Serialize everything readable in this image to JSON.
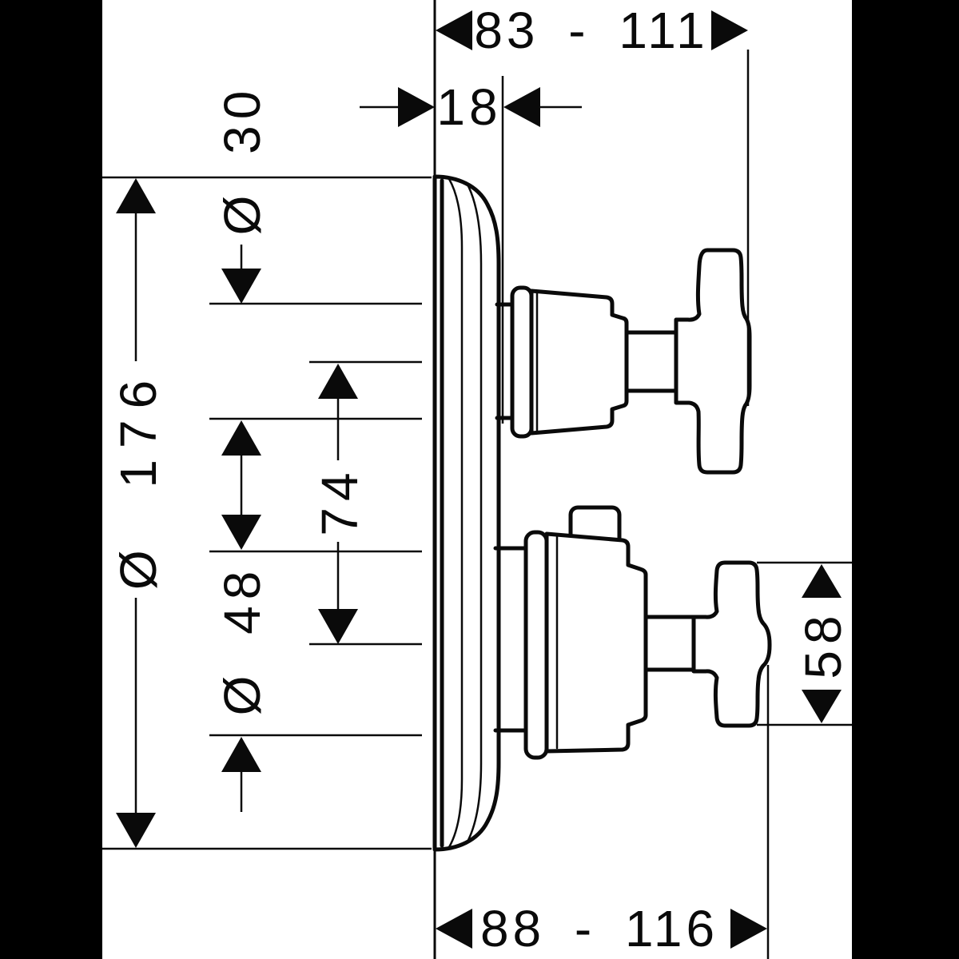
{
  "page": {
    "background": "#ffffff",
    "pillarbox_color": "#000000",
    "ink_color": "#0a0a0a"
  },
  "dimensions": {
    "mount_depth_range_top": {
      "label": "83 - 111"
    },
    "plate_depth": {
      "label": "18"
    },
    "upper_hub_diameter": {
      "label": "Ø 30"
    },
    "plate_diameter": {
      "label": "Ø 176"
    },
    "handle_axis_spacing": {
      "label": "74"
    },
    "lower_hub_diameter": {
      "label": "Ø 48"
    },
    "lower_handle_height": {
      "label": "58"
    },
    "mount_depth_range_bottom": {
      "label": "88 - 116"
    }
  }
}
